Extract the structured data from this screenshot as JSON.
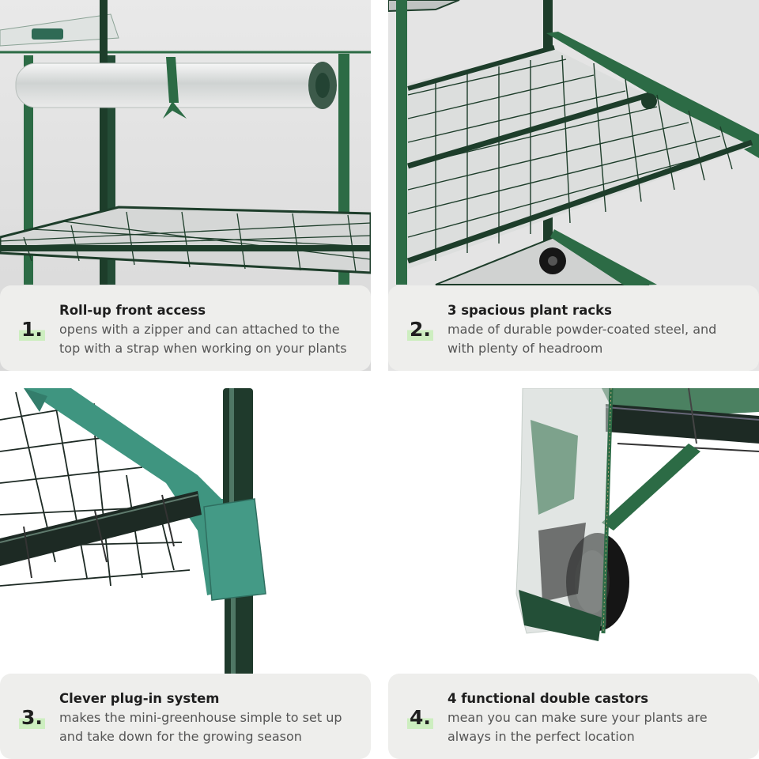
{
  "features": [
    {
      "number": "1.",
      "title": "Roll-up front access",
      "line1": "opens with a zipper and can attached to the",
      "line2": "top with a strap when working on your plants"
    },
    {
      "number": "2.",
      "title": "3 spacious plant racks",
      "line1": "made of durable powder-coated steel, and",
      "line2": "with plenty of headroom"
    },
    {
      "number": "3.",
      "title": "Clever plug-in system",
      "line1": "makes the mini-greenhouse simple to set up",
      "line2": "and take down for the growing season"
    },
    {
      "number": "4.",
      "title": "4 functional double castors",
      "line1": "mean you can make sure your plants are",
      "line2": "always in the perfect location"
    }
  ],
  "colors": {
    "frame_green": "#1d4d33",
    "cover_green": "#2c6b45",
    "connector_teal": "#3f9580",
    "number_highlight": "#cdeec0",
    "caption_bg": "#eeeeec"
  }
}
